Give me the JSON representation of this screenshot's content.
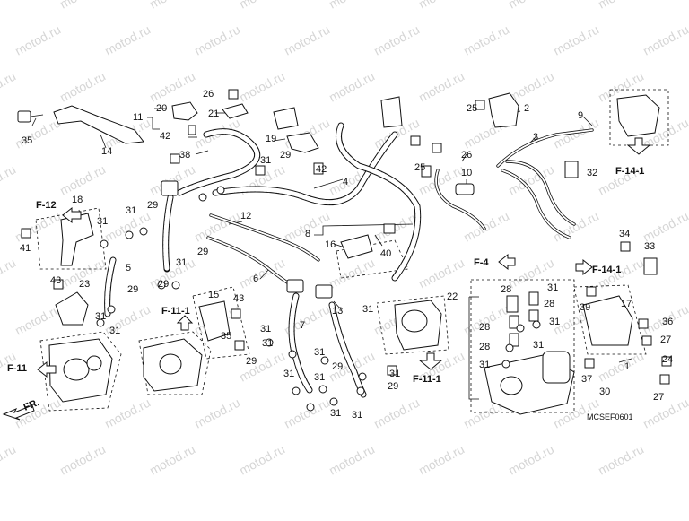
{
  "watermark": "motod.ru",
  "diagram_code": "MCSEF0601",
  "front_label": "FR.",
  "part_labels": [
    {
      "id": "p35",
      "text": "35"
    },
    {
      "id": "p14",
      "text": "14"
    },
    {
      "id": "p20",
      "text": "20"
    },
    {
      "id": "p11",
      "text": "11"
    },
    {
      "id": "p26a",
      "text": "26"
    },
    {
      "id": "p21",
      "text": "21"
    },
    {
      "id": "p42a",
      "text": "42"
    },
    {
      "id": "p19",
      "text": "19"
    },
    {
      "id": "p38",
      "text": "38"
    },
    {
      "id": "p31a",
      "text": "31"
    },
    {
      "id": "p29a",
      "text": "29"
    },
    {
      "id": "p42b",
      "text": "42"
    },
    {
      "id": "p25a",
      "text": "25"
    },
    {
      "id": "p2",
      "text": "2"
    },
    {
      "id": "p9",
      "text": "9"
    },
    {
      "id": "p3",
      "text": "3"
    },
    {
      "id": "p26b",
      "text": "26"
    },
    {
      "id": "p25b",
      "text": "25"
    },
    {
      "id": "p10",
      "text": "10"
    },
    {
      "id": "p32",
      "text": "32"
    },
    {
      "id": "p4",
      "text": "4"
    },
    {
      "id": "p18",
      "text": "18"
    },
    {
      "id": "p31b",
      "text": "31"
    },
    {
      "id": "p31c",
      "text": "31"
    },
    {
      "id": "p29b",
      "text": "29"
    },
    {
      "id": "p12",
      "text": "12"
    },
    {
      "id": "p41",
      "text": "41"
    },
    {
      "id": "p8",
      "text": "8"
    },
    {
      "id": "p16",
      "text": "16"
    },
    {
      "id": "p40",
      "text": "40"
    },
    {
      "id": "p34",
      "text": "34"
    },
    {
      "id": "p33",
      "text": "33"
    },
    {
      "id": "p5",
      "text": "5"
    },
    {
      "id": "p31d",
      "text": "31"
    },
    {
      "id": "p29c",
      "text": "29"
    },
    {
      "id": "p6",
      "text": "6"
    },
    {
      "id": "p43a",
      "text": "43"
    },
    {
      "id": "p23",
      "text": "23"
    },
    {
      "id": "p29d",
      "text": "29"
    },
    {
      "id": "p22",
      "text": "22"
    },
    {
      "id": "p28a",
      "text": "28"
    },
    {
      "id": "p31e",
      "text": "31"
    },
    {
      "id": "p29e",
      "text": "29"
    },
    {
      "id": "p15",
      "text": "15"
    },
    {
      "id": "p43b",
      "text": "43"
    },
    {
      "id": "p13",
      "text": "13"
    },
    {
      "id": "p7",
      "text": "7"
    },
    {
      "id": "p28b",
      "text": "28"
    },
    {
      "id": "p17",
      "text": "17"
    },
    {
      "id": "p31f",
      "text": "31"
    },
    {
      "id": "p31g",
      "text": "31"
    },
    {
      "id": "p39",
      "text": "39"
    },
    {
      "id": "p36",
      "text": "36"
    },
    {
      "id": "p31h",
      "text": "31"
    },
    {
      "id": "p31i",
      "text": "31"
    },
    {
      "id": "p28c",
      "text": "28"
    },
    {
      "id": "p31j",
      "text": "31"
    },
    {
      "id": "p35b",
      "text": "35"
    },
    {
      "id": "p31k",
      "text": "31"
    },
    {
      "id": "p27a",
      "text": "27"
    },
    {
      "id": "p28d",
      "text": "28"
    },
    {
      "id": "p31l",
      "text": "31"
    },
    {
      "id": "p29f",
      "text": "29"
    },
    {
      "id": "p31m",
      "text": "31"
    },
    {
      "id": "p29g",
      "text": "29"
    },
    {
      "id": "p31n",
      "text": "31"
    },
    {
      "id": "p24",
      "text": "24"
    },
    {
      "id": "p31o",
      "text": "31"
    },
    {
      "id": "p37",
      "text": "37"
    },
    {
      "id": "p1",
      "text": "1"
    },
    {
      "id": "p30",
      "text": "30"
    },
    {
      "id": "p27b",
      "text": "27"
    },
    {
      "id": "p31p",
      "text": "31"
    },
    {
      "id": "p31q",
      "text": "31"
    },
    {
      "id": "p29h",
      "text": "29"
    },
    {
      "id": "p31r",
      "text": "31"
    },
    {
      "id": "p31s",
      "text": "31"
    }
  ],
  "ref_labels": {
    "f12": "F-12",
    "f11_left": "F-11",
    "f11_1_left": "F-11-1",
    "f11_1_right": "F-11-1",
    "f4": "F-4",
    "f14_1_top": "F-14-1",
    "f14_1_mid": "F-14-1"
  }
}
